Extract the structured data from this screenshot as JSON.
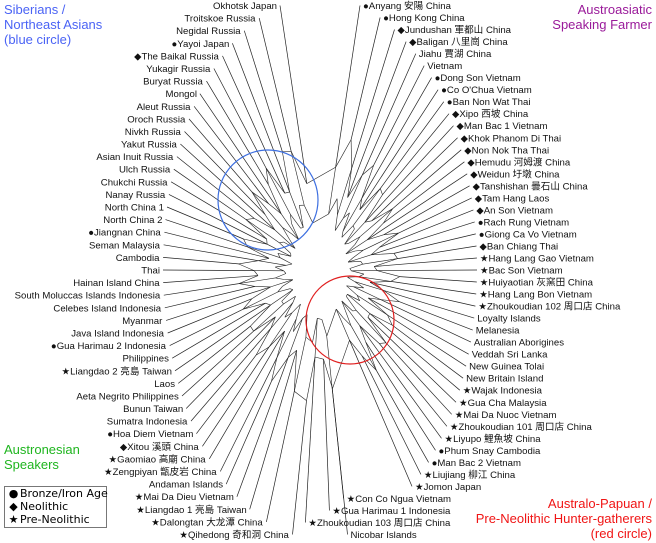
{
  "groups": {
    "siberian": {
      "line1": "Siberians / Northeast Asians",
      "line2": "(blue circle)",
      "color": "#4a63f5"
    },
    "austroasiatic": {
      "line1": "Austroasiatic Speaking Farmer",
      "color": "#9a1a9a"
    },
    "austronesian": {
      "line1": "Austronesian Speakers",
      "color": "#1fb51f"
    },
    "australo": {
      "line1": "Australo-Papuan /",
      "line2": "Pre-Neolithic Hunter-gatherers",
      "line3": "(red circle)",
      "color": "#f01515"
    }
  },
  "circles": {
    "blue": "#3d6fe0",
    "red": "#e02020"
  },
  "markers": {
    "bronze": "●",
    "neolithic": "◆",
    "preneolithic": "★"
  },
  "legend": {
    "items": [
      {
        "symbol": "●",
        "label": "Bronze/Iron Age"
      },
      {
        "symbol": "◆",
        "label": "Neolithic"
      },
      {
        "symbol": "★",
        "label": "Pre-Neolithic"
      }
    ]
  },
  "labels": [
    {
      "text": "Anyang 安陽 China",
      "marker": "●"
    },
    {
      "text": "Hong Kong China",
      "marker": "●"
    },
    {
      "text": "Jundushan 軍都山 China",
      "marker": "◆"
    },
    {
      "text": "Baligan 八里崗 China",
      "marker": "◆"
    },
    {
      "text": "Jiahu 賈湖 China",
      "marker": ""
    },
    {
      "text": "Vietnam",
      "marker": ""
    },
    {
      "text": "Dong Son Vietnam",
      "marker": "●"
    },
    {
      "text": "Co O'Chua Vietnam",
      "marker": "●"
    },
    {
      "text": "Ban Non Wat Thai",
      "marker": "●"
    },
    {
      "text": "Xipo 西坡 China",
      "marker": "◆"
    },
    {
      "text": "Man Bac 1 Vietnam",
      "marker": "◆"
    },
    {
      "text": "Khok Phanom Di Thai",
      "marker": "◆"
    },
    {
      "text": "Non Nok Tha Thai",
      "marker": "◆"
    },
    {
      "text": "Hemudu 河姆渡 China",
      "marker": "◆"
    },
    {
      "text": "Weidun 圩墩 China",
      "marker": "◆"
    },
    {
      "text": "Tanshishan 曇石山 China",
      "marker": "◆"
    },
    {
      "text": "Tam Hang Laos",
      "marker": "◆"
    },
    {
      "text": "An Son Vietnam",
      "marker": "◆"
    },
    {
      "text": "Rach Rung Vietnam",
      "marker": "●"
    },
    {
      "text": "Giong Ca Vo Vietnam",
      "marker": "●"
    },
    {
      "text": "Ban Chiang Thai",
      "marker": "◆"
    },
    {
      "text": "Hang Lang Gao Vietnam",
      "marker": "★"
    },
    {
      "text": "Bac Son Vietnam",
      "marker": "★"
    },
    {
      "text": "Huiyaotian 灰窯田 China",
      "marker": "★"
    },
    {
      "text": "Hang Lang Bon Vietnam",
      "marker": "★"
    },
    {
      "text": "Zhoukoudian 102 周口店 China",
      "marker": "★"
    },
    {
      "text": "Loyalty Islands",
      "marker": ""
    },
    {
      "text": "Melanesia",
      "marker": ""
    },
    {
      "text": "Australian Aborigines",
      "marker": ""
    },
    {
      "text": "Veddah Sri Lanka",
      "marker": ""
    },
    {
      "text": "New Guinea Tolai",
      "marker": ""
    },
    {
      "text": "New Britain Island",
      "marker": ""
    },
    {
      "text": "Wajak Indonesia",
      "marker": "★"
    },
    {
      "text": "Gua Cha Malaysia",
      "marker": "★"
    },
    {
      "text": "Mai Da Nuoc Vietnam",
      "marker": "★"
    },
    {
      "text": "Zhoukoudian 101 周口店 China",
      "marker": "★"
    },
    {
      "text": "Liyupo 鯉魚坡 China",
      "marker": "★"
    },
    {
      "text": "Phum Snay Cambodia",
      "marker": "●"
    },
    {
      "text": "Man Bac 2 Vietnam",
      "marker": "●"
    },
    {
      "text": "Liujiang 柳江 China",
      "marker": "★"
    },
    {
      "text": "Jomon Japan",
      "marker": "★"
    },
    {
      "text": "Con Co Ngua Vietnam",
      "marker": "★"
    },
    {
      "text": "Gua Harimau 1 Indonesia",
      "marker": "★"
    },
    {
      "text": "Zhoukoudian 103 周口店 China",
      "marker": "★"
    },
    {
      "text": "Nicobar Islands",
      "marker": ""
    },
    {
      "text": "Qihedong 奇和洞 China",
      "marker": "★"
    },
    {
      "text": "Dalongtan 大龙潭 China",
      "marker": "★"
    },
    {
      "text": "Liangdao 1 亮島 Taiwan",
      "marker": "★"
    },
    {
      "text": "Mai Da Dieu Vietnam",
      "marker": "★"
    },
    {
      "text": "Andaman Islands",
      "marker": ""
    },
    {
      "text": "Zengpiyan 甑皮岩 China",
      "marker": "★"
    },
    {
      "text": "Gaomiao 高廟 China",
      "marker": "★"
    },
    {
      "text": "Xitou 溪頭 China",
      "marker": "◆"
    },
    {
      "text": "Hoa Diem Vietnam",
      "marker": "●"
    },
    {
      "text": "Sumatra Indonesia",
      "marker": ""
    },
    {
      "text": "Bunun Taiwan",
      "marker": ""
    },
    {
      "text": "Aeta Negrito Philippines",
      "marker": ""
    },
    {
      "text": "Laos",
      "marker": ""
    },
    {
      "text": "Liangdao 2 亮島 Taiwan",
      "marker": "★"
    },
    {
      "text": "Philippines",
      "marker": ""
    },
    {
      "text": "Gua Harimau 2 Indonesia",
      "marker": "●"
    },
    {
      "text": "Java Island Indonesia",
      "marker": ""
    },
    {
      "text": "Myanmar",
      "marker": ""
    },
    {
      "text": "Celebes Island Indonesia",
      "marker": ""
    },
    {
      "text": "South Moluccas Islands Indonesia",
      "marker": ""
    },
    {
      "text": "Hainan Island China",
      "marker": ""
    },
    {
      "text": "Thai",
      "marker": ""
    },
    {
      "text": "Cambodia",
      "marker": ""
    },
    {
      "text": "Seman Malaysia",
      "marker": ""
    },
    {
      "text": "Jiangnan China",
      "marker": "●"
    },
    {
      "text": "North China 2",
      "marker": ""
    },
    {
      "text": "North China 1",
      "marker": ""
    },
    {
      "text": "Nanay Russia",
      "marker": ""
    },
    {
      "text": "Chukchi Russia",
      "marker": ""
    },
    {
      "text": "Ulch Russia",
      "marker": ""
    },
    {
      "text": "Asian Inuit Russia",
      "marker": ""
    },
    {
      "text": "Yakut Russia",
      "marker": ""
    },
    {
      "text": "Nivkh Russia",
      "marker": ""
    },
    {
      "text": "Oroch Russia",
      "marker": ""
    },
    {
      "text": "Aleut Russia",
      "marker": ""
    },
    {
      "text": "Mongol",
      "marker": ""
    },
    {
      "text": "Buryat Russia",
      "marker": ""
    },
    {
      "text": "Yukagir Russia",
      "marker": ""
    },
    {
      "text": "The Baikal Russia",
      "marker": "◆"
    },
    {
      "text": "Yayoi Japan",
      "marker": "●"
    },
    {
      "text": "Negidal Russia",
      "marker": ""
    },
    {
      "text": "Troitskoe Russia",
      "marker": ""
    },
    {
      "text": "Okhotsk Japan",
      "marker": ""
    }
  ]
}
